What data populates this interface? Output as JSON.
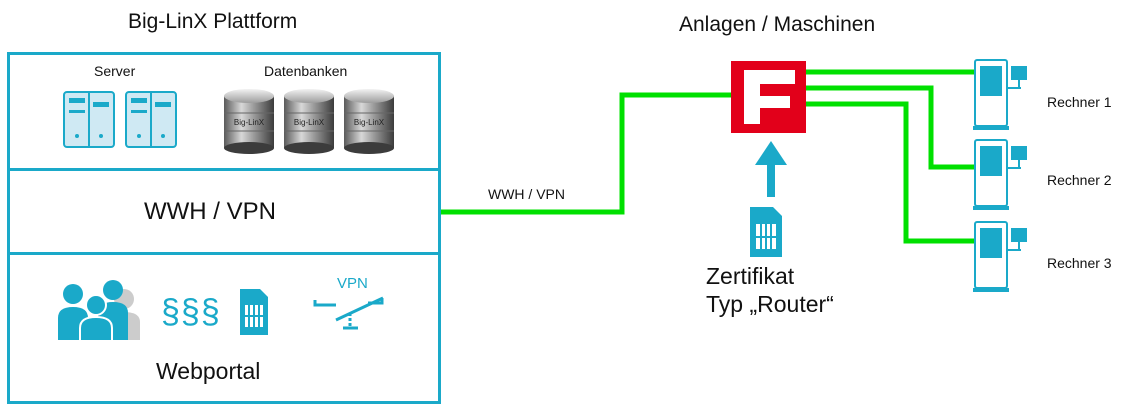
{
  "platform": {
    "title": "Big-LinX Plattform",
    "servers_label": "Server",
    "databases_label": "Datenbanken",
    "db_logo_text": "Big-LinX",
    "vpn_box_label": "WWH / VPN",
    "webportal_label": "Webportal",
    "paragraph_signs": "§§§",
    "vpn_switch_label": "VPN"
  },
  "connection": {
    "line_label": "WWH / VPN",
    "line_color": "#00e000"
  },
  "machines": {
    "title": "Anlagen / Maschinen",
    "router_letter": "F",
    "router_color": "#e2001a",
    "certificate_line1": "Zertifikat",
    "certificate_line2": "Typ „Router“",
    "computers": [
      {
        "label": "Rechner 1"
      },
      {
        "label": "Rechner 2"
      },
      {
        "label": "Rechner 3"
      }
    ]
  },
  "colors": {
    "accent": "#1aa9c9",
    "line_green": "#00e000",
    "router_red": "#e2001a"
  }
}
